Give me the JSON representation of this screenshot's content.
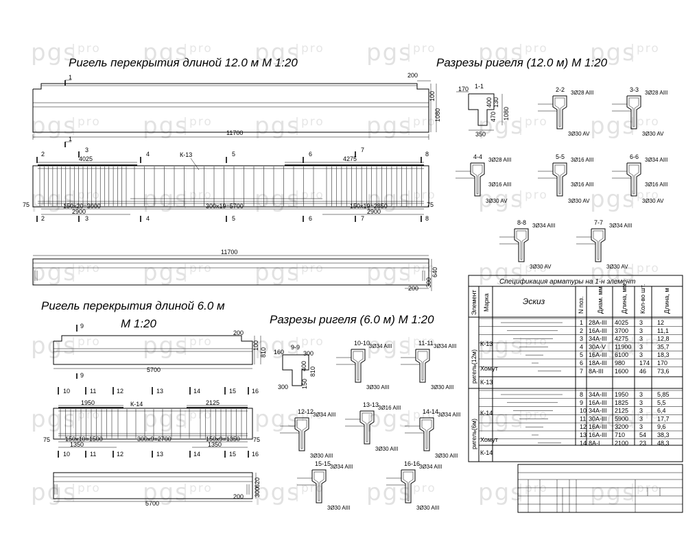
{
  "watermark": {
    "main": "pgs",
    "sub": "pro"
  },
  "titles": {
    "beam12": "Ригель перекрытия длиной  12.0 м М 1:20",
    "sections12": "Разрезы ригеля (12.0 м) М 1:20",
    "beam6_line1": "Ригель перекрытия длиной 6.0 м",
    "beam6_line2": "М 1:20",
    "sections6": "Разрезы ригеля (6.0 м) М 1:20"
  },
  "beam12": {
    "dim_200": "200",
    "dim_100": "100",
    "dim_1080": "1080",
    "length": "11700",
    "dim_4025": "4025",
    "dim_4275": "4275",
    "frame": "К-13",
    "stirrups_left": "150x20=3000",
    "stirrups_mid": "300x19=5700",
    "stirrups_right": "150x19=2850",
    "dim_2900": "2900",
    "dim_75": "75",
    "dim_300": "300",
    "dim_640": "640",
    "cuts": [
      "1",
      "2",
      "3",
      "4",
      "5",
      "6",
      "7",
      "8"
    ]
  },
  "beam6": {
    "dim_200": "200",
    "dim_100": "100",
    "dim_810": "810",
    "length": "5700",
    "dim_1950": "1950",
    "dim_2125": "2125",
    "frame": "К-14",
    "stirrups_left": "150x10=1500",
    "stirrups_mid": "300x9=2700",
    "stirrups_right": "150x9=1350",
    "dim_1350": "1350",
    "dim_75": "75",
    "dim_300": "300",
    "dim_620": "620",
    "cuts": [
      "9",
      "10",
      "11",
      "12",
      "13",
      "14",
      "15",
      "16"
    ]
  },
  "section11": {
    "label": "1-1",
    "d170": "170",
    "d400": "400",
    "d130": "130",
    "d470": "470",
    "d1080": "1080",
    "d350": "350"
  },
  "section99": {
    "label": "9-9",
    "d160": "160",
    "d300": "300",
    "d400": "400",
    "d810": "810",
    "d150": "150",
    "d300b": "300"
  },
  "sections": [
    {
      "label": "2-2",
      "top": "3Ø28 AIII",
      "bottom": "3Ø30 AV"
    },
    {
      "label": "3-3",
      "top": "3Ø28 AIII",
      "bottom": "3Ø30 AV"
    },
    {
      "label": "4-4",
      "top": "3Ø28 AIII",
      "mid": "3Ø16 AIII",
      "bottom": "3Ø30 AV"
    },
    {
      "label": "5-5",
      "top": "3Ø16 AIII",
      "mid": "3Ø16 AIII",
      "bottom": "3Ø30 AV"
    },
    {
      "label": "6-6",
      "top": "3Ø34 AIII",
      "mid": "3Ø16 AIII",
      "bottom": "3Ø30 AV"
    },
    {
      "label": "8-8",
      "top": "3Ø34 AIII",
      "bottom": "3Ø30 AV"
    },
    {
      "label": "7-7",
      "top": "3Ø34 AIII",
      "bottom": "3Ø30 AV"
    },
    {
      "label": "10-10",
      "top": "3Ø34 AIII",
      "bottom": "3Ø30 AIII"
    },
    {
      "label": "11-11",
      "top": "3Ø34 AIII",
      "bottom": "3Ø30 AIII"
    },
    {
      "label": "12-12",
      "top": "3Ø34 AIII",
      "bottom": "3Ø30 AIII"
    },
    {
      "label": "13-13",
      "top": "3Ø16 AIII",
      "bottom": "3Ø30 AIII"
    },
    {
      "label": "14-14",
      "top": "3Ø34 AIII",
      "bottom": "3Ø30 AIII"
    },
    {
      "label": "15-15",
      "top": "3Ø34 AIII",
      "bottom": "3Ø30 AIII"
    },
    {
      "label": "16-16",
      "top": "3Ø34 AIII",
      "bottom": "3Ø30 AIII"
    }
  ],
  "spec": {
    "title": "Спецификация арматуры на 1-н элемент",
    "headers": {
      "element": "Элемент",
      "mark": "Марка",
      "sketch": "Эскиз",
      "pos": "N поз.",
      "diam": "Диам. мм",
      "length_mm": "Длина, мм",
      "count": "Кол-во шт.",
      "length_m": "Длина, м"
    },
    "group1": "ригель(12м)",
    "group2": "ригель(6м)",
    "k13": "К-13",
    "k14": "К-14",
    "clamp": "Хомут",
    "rows1": [
      {
        "n": "1",
        "d": "28А-III",
        "l": "4025",
        "c": "3",
        "m": "12"
      },
      {
        "n": "2",
        "d": "16А-III",
        "l": "3700",
        "c": "3",
        "m": "11,1"
      },
      {
        "n": "3",
        "d": "34А-III",
        "l": "4275",
        "c": "3",
        "m": "12,8"
      },
      {
        "n": "4",
        "d": "30А-V",
        "l": "11900",
        "c": "3",
        "m": "35,7"
      },
      {
        "n": "5",
        "d": "16А-III",
        "l": "6100",
        "c": "3",
        "m": "18,3"
      },
      {
        "n": "6",
        "d": "18А-III",
        "l": "980",
        "c": "174",
        "m": "170"
      },
      {
        "n": "7",
        "d": "8А-III",
        "l": "1600",
        "c": "46",
        "m": "73,6"
      }
    ],
    "rows2": [
      {
        "n": "8",
        "d": "34А-III",
        "l": "1950",
        "c": "3",
        "m": "5,85"
      },
      {
        "n": "9",
        "d": "16А-III",
        "l": "1825",
        "c": "3",
        "m": "5,5"
      },
      {
        "n": "10",
        "d": "34А-III",
        "l": "2125",
        "c": "3",
        "m": "6,4"
      },
      {
        "n": "11",
        "d": "30А-III",
        "l": "5900",
        "c": "3",
        "m": "17,7"
      },
      {
        "n": "12",
        "d": "16А-III",
        "l": "3200",
        "c": "3",
        "m": "9,6"
      },
      {
        "n": "13",
        "d": "16А-III",
        "l": "710",
        "c": "54",
        "m": "38,3"
      },
      {
        "n": "14",
        "d": "8А-I",
        "l": "2100",
        "c": "23",
        "m": "48,3"
      }
    ]
  }
}
